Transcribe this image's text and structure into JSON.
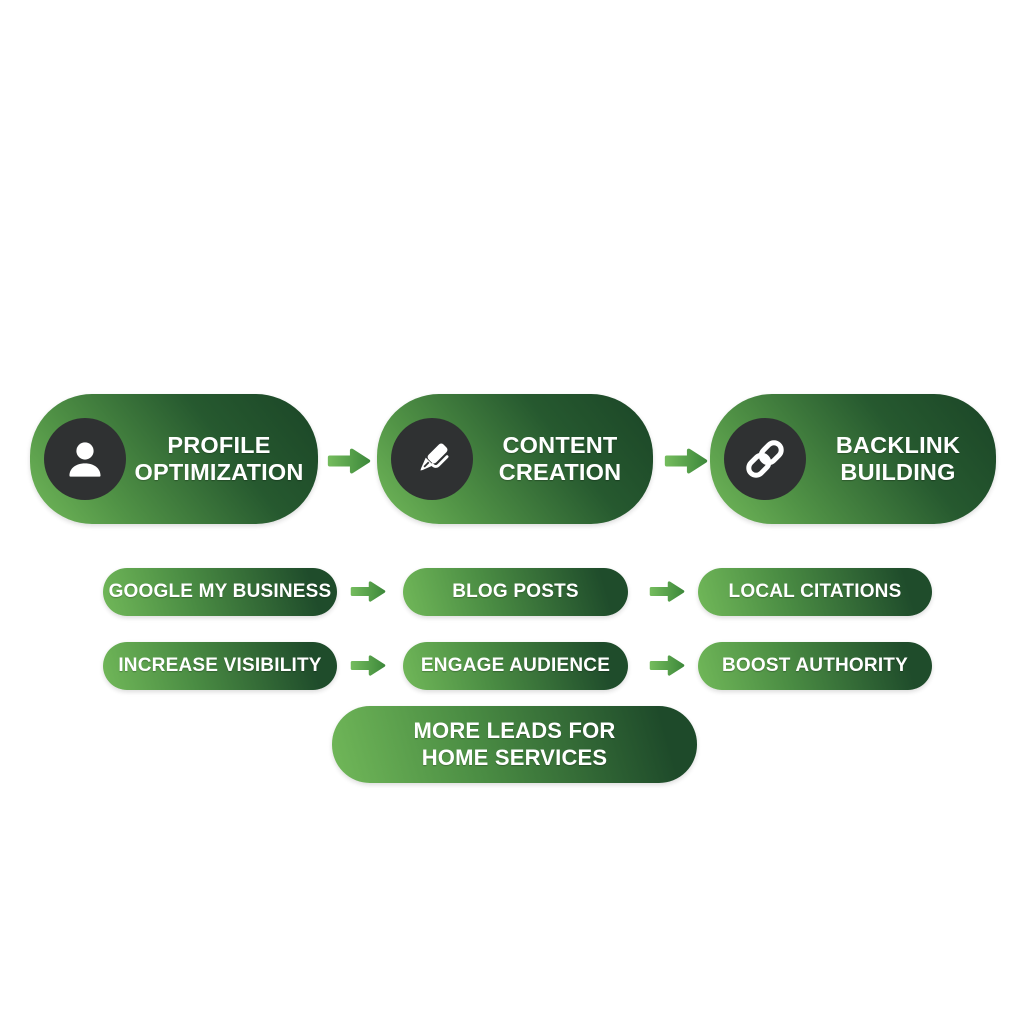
{
  "diagram": {
    "title_implied": "SEO flow for home services",
    "columns": [
      {
        "stage": {
          "line1": "PROFILE",
          "line2": "OPTIMIZATION",
          "icon": "user-icon"
        },
        "tactic": "GOOGLE MY BUSINESS",
        "benefit": "INCREASE VISIBILITY"
      },
      {
        "stage": {
          "line1": "CONTENT",
          "line2": "CREATION",
          "icon": "pen-icon"
        },
        "tactic": "BLOG POSTS",
        "benefit": "ENGAGE AUDIENCE"
      },
      {
        "stage": {
          "line1": "BACKLINK",
          "line2": "BUILDING",
          "icon": "link-icon"
        },
        "tactic": "LOCAL CITATIONS",
        "benefit": "BOOST AUTHORITY"
      }
    ],
    "outcome": {
      "line1": "MORE LEADS FOR",
      "line2": "HOME SERVICES"
    }
  },
  "colors": {
    "background": "#ffffff",
    "pill_gradient_light": "#71b859",
    "pill_gradient_mid": "#4a8c43",
    "pill_gradient_dark": "#1b4527",
    "icon_circle": "#2f3132",
    "icon_glyph": "#ffffff",
    "arrow_light": "#72ba5c",
    "arrow_dark": "#3f8a3c",
    "text": "#ffffff"
  }
}
